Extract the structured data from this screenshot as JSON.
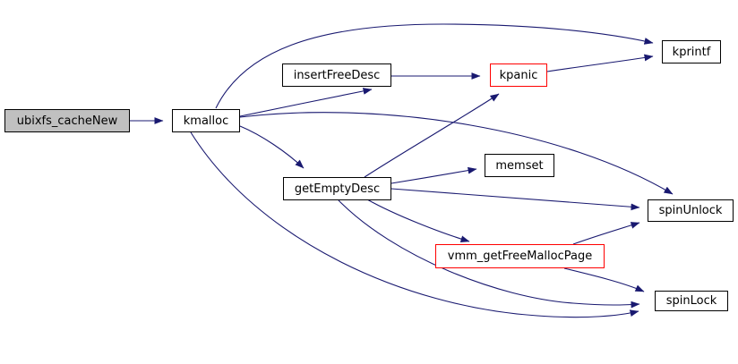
{
  "diagram": {
    "type": "call-graph",
    "description": "Doxygen-style call graph for ubixfs_cacheNew",
    "colors": {
      "background": "#ffffff",
      "edge": "#191970",
      "node_border": "#000000",
      "alert_node_border": "#ff0000",
      "focus_node_fill": "#c0c0c0",
      "node_fill": "#ffffff",
      "text": "#000000"
    },
    "nodes": [
      {
        "id": "ubixfs_cacheNew",
        "label": "ubixfs_cacheNew",
        "style": "focus"
      },
      {
        "id": "kmalloc",
        "label": "kmalloc",
        "style": "normal"
      },
      {
        "id": "insertFreeDesc",
        "label": "insertFreeDesc",
        "style": "normal"
      },
      {
        "id": "kpanic",
        "label": "kpanic",
        "style": "alert"
      },
      {
        "id": "kprintf",
        "label": "kprintf",
        "style": "normal"
      },
      {
        "id": "memset",
        "label": "memset",
        "style": "normal"
      },
      {
        "id": "getEmptyDesc",
        "label": "getEmptyDesc",
        "style": "normal"
      },
      {
        "id": "spinUnlock",
        "label": "spinUnlock",
        "style": "normal"
      },
      {
        "id": "vmm_getFreeMallocPage",
        "label": "vmm_getFreeMallocPage",
        "style": "alert"
      },
      {
        "id": "spinLock",
        "label": "spinLock",
        "style": "normal"
      }
    ],
    "edges": [
      {
        "from": "ubixfs_cacheNew",
        "to": "kmalloc"
      },
      {
        "from": "kmalloc",
        "to": "kprintf"
      },
      {
        "from": "kmalloc",
        "to": "insertFreeDesc"
      },
      {
        "from": "kmalloc",
        "to": "getEmptyDesc"
      },
      {
        "from": "kmalloc",
        "to": "spinUnlock"
      },
      {
        "from": "kmalloc",
        "to": "spinLock"
      },
      {
        "from": "insertFreeDesc",
        "to": "kpanic"
      },
      {
        "from": "kpanic",
        "to": "kprintf"
      },
      {
        "from": "getEmptyDesc",
        "to": "kpanic"
      },
      {
        "from": "getEmptyDesc",
        "to": "memset"
      },
      {
        "from": "getEmptyDesc",
        "to": "spinUnlock"
      },
      {
        "from": "getEmptyDesc",
        "to": "vmm_getFreeMallocPage"
      },
      {
        "from": "getEmptyDesc",
        "to": "spinLock"
      },
      {
        "from": "vmm_getFreeMallocPage",
        "to": "spinUnlock"
      },
      {
        "from": "vmm_getFreeMallocPage",
        "to": "spinLock"
      }
    ]
  }
}
